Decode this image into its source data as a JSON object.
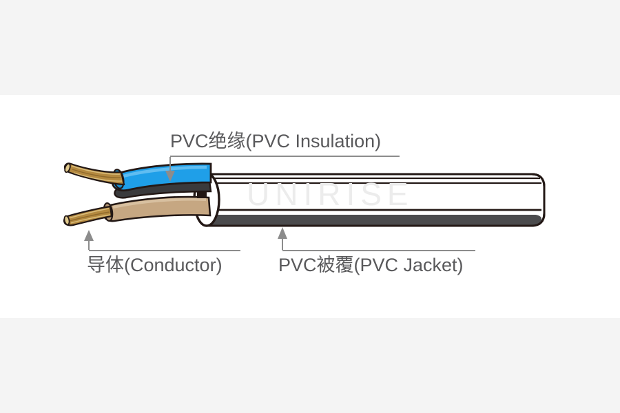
{
  "diagram": {
    "title_watermark": "UNIRISE",
    "labels": {
      "insulation": "PVC绝缘(PVC Insulation)",
      "conductor": "导体(Conductor)",
      "jacket": "PVC被覆(PVC Jacket)"
    },
    "parts": {
      "blue_wire": "blue-insulated-wire",
      "brown_wire": "brown-insulated-wire",
      "copper_conductor_top": "copper-conductor-strands-top",
      "copper_conductor_bottom": "copper-conductor-strands-bottom",
      "jacket_body": "flat-pvc-jacket-body",
      "cut_end": "jacket-cut-end-ellipse"
    },
    "colors": {
      "blue_insulation": "#1f9fe8",
      "blue_insulation_shadow": "#3a3a3c",
      "brown_insulation": "#c6a782",
      "copper": "#b4893f",
      "copper_light": "#d9bd7c",
      "jacket_outline": "#231815",
      "jacket_fill": "#ffffff",
      "jacket_shadow": "#4b4b4d",
      "label_text": "#59595b",
      "leader_line": "#8c8c8c",
      "band_background": "#f4f4f4",
      "page_background": "#ffffff",
      "watermark": "#e9e9e9"
    },
    "leaders": [
      {
        "name": "insulation-leader",
        "orientation": "down"
      },
      {
        "name": "conductor-leader",
        "orientation": "up"
      },
      {
        "name": "jacket-leader",
        "orientation": "up"
      }
    ]
  }
}
